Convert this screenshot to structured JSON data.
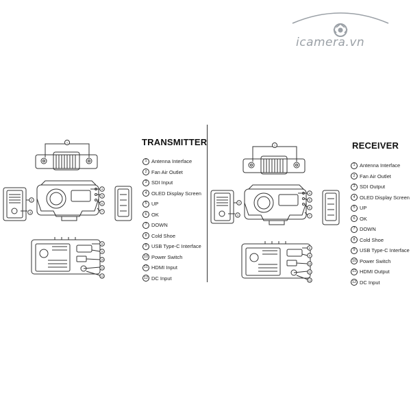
{
  "logo": {
    "text": "icamera.vn"
  },
  "transmitter": {
    "title": "TRANSMITTER",
    "items": [
      {
        "num": "1",
        "label": "Antenna Interface"
      },
      {
        "num": "2",
        "label": "Fan Air Outlet"
      },
      {
        "num": "3",
        "label": "SDI Input"
      },
      {
        "num": "4",
        "label": "OLED Display Screen"
      },
      {
        "num": "5",
        "label": "UP"
      },
      {
        "num": "6",
        "label": "OK"
      },
      {
        "num": "7",
        "label": "DOWN"
      },
      {
        "num": "8",
        "label": "Cold Shoe"
      },
      {
        "num": "9",
        "label": "USB Type-C Interface"
      },
      {
        "num": "10",
        "label": "Power Switch"
      },
      {
        "num": "11",
        "label": "HDMI Input"
      },
      {
        "num": "12",
        "label": "DC  Input"
      }
    ]
  },
  "receiver": {
    "title": "RECEIVER",
    "items": [
      {
        "num": "1",
        "label": "Antenna Interface"
      },
      {
        "num": "2",
        "label": "Fan Air Outlet"
      },
      {
        "num": "3",
        "label": "SDI Output"
      },
      {
        "num": "4",
        "label": "OLED Display Screen"
      },
      {
        "num": "5",
        "label": "UP"
      },
      {
        "num": "6",
        "label": "OK"
      },
      {
        "num": "7",
        "label": "DOWN"
      },
      {
        "num": "8",
        "label": "Cold Shoe"
      },
      {
        "num": "9",
        "label": "USB Type-C Interface"
      },
      {
        "num": "10",
        "label": "Power Switch"
      },
      {
        "num": "11",
        "label": "HDMI Output"
      },
      {
        "num": "12",
        "label": "DC  Input"
      }
    ]
  },
  "callouts": [
    "1",
    "2",
    "3",
    "4",
    "5",
    "6",
    "7",
    "8",
    "9",
    "10",
    "11",
    "12"
  ],
  "colors": {
    "line": "#333333",
    "logo": "#9aa0a6"
  }
}
